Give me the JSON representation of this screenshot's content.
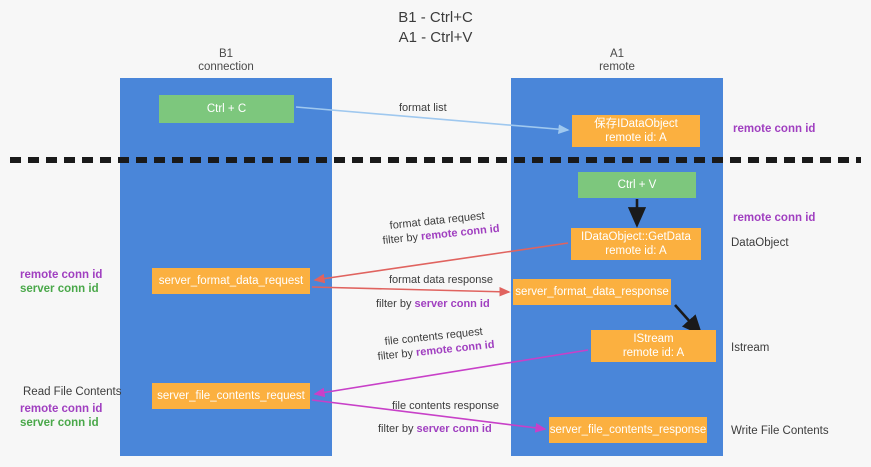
{
  "title": "B1 - Ctrl+C\nA1 - Ctrl+V",
  "lanes": [
    {
      "name": "b1",
      "label": "B1\nconnection",
      "color": "#4a86d9"
    },
    {
      "name": "a1",
      "label": "A1\nremote",
      "color": "#4a86d9"
    }
  ],
  "colors": {
    "lane": "#4a86d9",
    "box_green": "#7dc77d",
    "box_orange": "#fbb040",
    "conn_remote": "#a03fc0",
    "conn_server": "#4aa84a",
    "arrow_format_list": "#9fc8ef",
    "arrow_format_data": "#e0635f",
    "arrow_file_contents": "#c840c8",
    "arrow_black": "#1a1a1a",
    "divider": "#1a1a1a",
    "background": "#f7f7f7"
  },
  "boxes": {
    "ctrl_c": "Ctrl + C",
    "idataobject": "保存IDataObject\nremote id: A",
    "ctrl_v": "Ctrl + V",
    "getdata": "IDataObject::GetData\nremote id: A",
    "server_format_data_request": "server_format_data_request",
    "server_format_data_response": "server_format_data_response",
    "istream": "IStream\nremote id: A",
    "server_file_contents_request": "server_file_contents_request",
    "server_file_contents_response": "server_file_contents_response"
  },
  "side_labels": {
    "remote_conn_id_top": "remote conn id",
    "remote_conn_id_mid": "remote conn id",
    "dataobject": "DataObject",
    "istream": "Istream",
    "write_file_contents": "Write File Contents",
    "read_file_contents": "Read File Contents",
    "left_remote_conn_id_1": "remote conn id",
    "left_server_conn_id_1": "server conn id",
    "left_remote_conn_id_2": "remote conn id",
    "left_server_conn_id_2": "server conn id"
  },
  "edges": {
    "format_list": "format list",
    "format_data_request_line1": "format data request",
    "format_data_request_prefix": "filter by ",
    "format_data_request_conn": "remote conn id",
    "format_data_response_line1": "format data response",
    "format_data_response_prefix": "filter by ",
    "format_data_response_conn": "server conn id",
    "file_contents_request_line1": "file contents request",
    "file_contents_request_prefix": "filter by ",
    "file_contents_request_conn": "remote conn id",
    "file_contents_response_line1": "file contents response",
    "file_contents_response_prefix": "filter by ",
    "file_contents_response_conn": "server conn id"
  }
}
